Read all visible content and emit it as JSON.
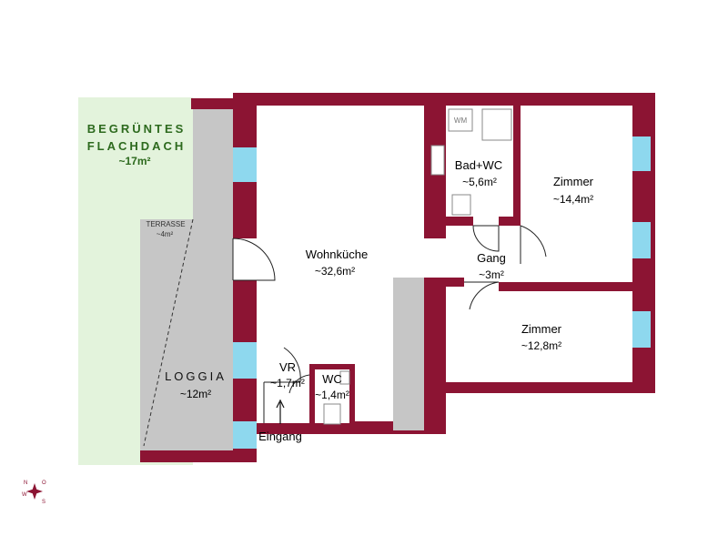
{
  "colors": {
    "wall": "#8c1433",
    "window": "#8ed8ee",
    "green_roof": "#e3f3dc",
    "loggia": "#c6c6c6",
    "floor": "#ffffff"
  },
  "green_roof": {
    "line1": "BEGRÜNTES",
    "line2": "FLACHDACH",
    "area": "~17m²"
  },
  "terrace": {
    "label": "TERRASSE",
    "area": "~4m²"
  },
  "loggia": {
    "label": "LOGGIA",
    "area": "~12m²"
  },
  "rooms": {
    "living_kitchen": {
      "name": "Wohnküche",
      "area": "~32,6m²"
    },
    "bath": {
      "name": "Bad+WC",
      "area": "~5,6m²"
    },
    "room1": {
      "name": "Zimmer",
      "area": "~14,4m²"
    },
    "hall": {
      "name": "Gang",
      "area": "~3m²"
    },
    "room2": {
      "name": "Zimmer",
      "area": "~12,8m²"
    },
    "vestibule": {
      "name": "VR",
      "area": "~1,7m²"
    },
    "wc": {
      "name": "WC",
      "area": "~1,4m²"
    }
  },
  "entrance": {
    "label": "Eingang"
  },
  "fixtures": {
    "washing_machine": "WM"
  },
  "compass": {
    "icon": "compass-rose-icon",
    "letters": [
      "N",
      "O",
      "S",
      "W"
    ]
  }
}
